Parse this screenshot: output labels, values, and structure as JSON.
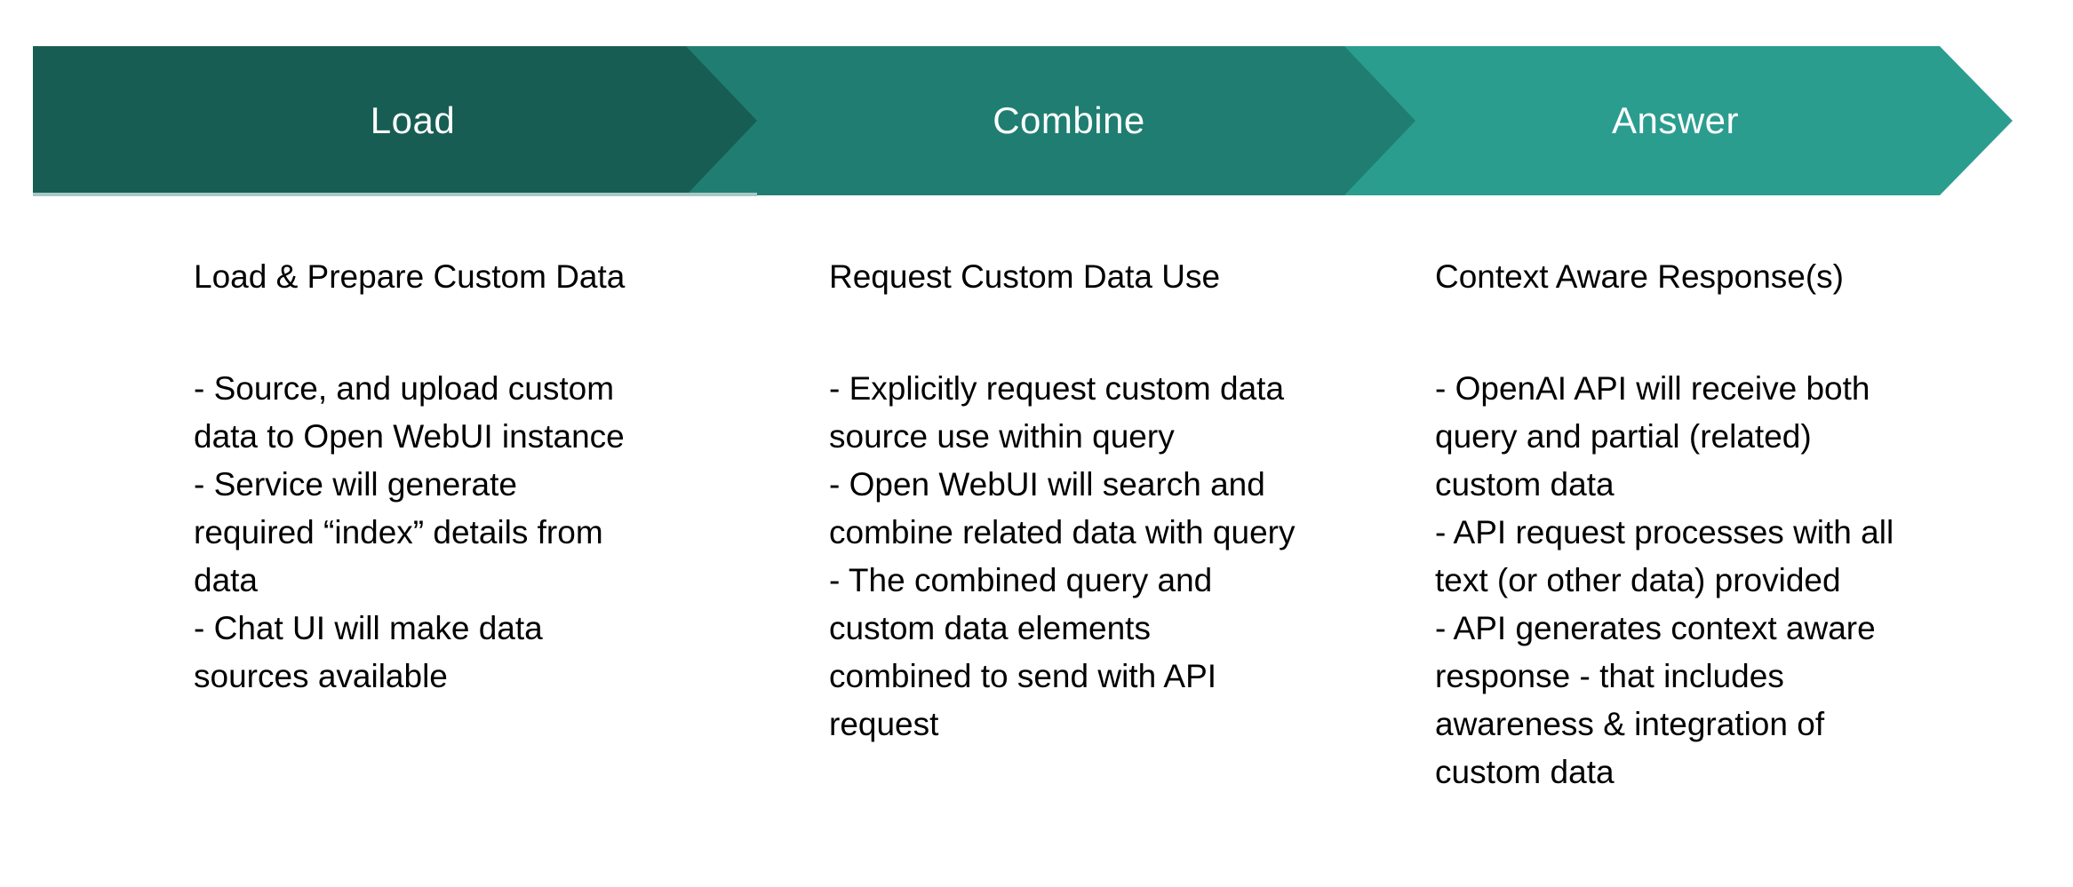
{
  "diagram": {
    "stages": [
      {
        "label": "Load",
        "color": "#175d53",
        "title": "Load & Prepare Custom Data",
        "bullets": [
          "- Source, and upload custom data to Open WebUI instance",
          "- Service will generate required “index” details from data",
          "- Chat UI will make data sources available"
        ]
      },
      {
        "label": "Combine",
        "color": "#1f7e71",
        "title": "Request Custom Data Use",
        "bullets": [
          "- Explicitly request custom data source use within query",
          "- Open WebUI will search and combine related data with query",
          "- The combined query and custom data elements combined to send with API request"
        ]
      },
      {
        "label": "Answer",
        "color": "#2b9d8f",
        "title": "Context Aware Response(s)",
        "bullets": [
          "- OpenAI API will receive both query and partial (related) custom data",
          "- API request processes with all text (or other data) provided",
          "- API generates context aware response - that includes awareness & integration of custom data"
        ]
      }
    ],
    "accent_line_color": "#a6c8c6",
    "text_color": "#000000",
    "background_color": "#ffffff"
  }
}
